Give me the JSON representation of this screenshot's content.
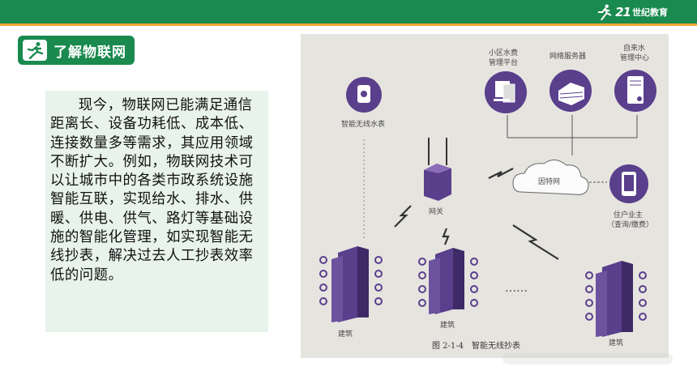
{
  "header": {
    "brand_number": "21",
    "brand_text": "世纪教育",
    "colors": {
      "bar": "#1a8a4e",
      "stripe": "#f2a72e"
    }
  },
  "section": {
    "title": "了解物联网",
    "icon": "runner-icon"
  },
  "body_text": "现今，物联网已能满足通信距离长、设备功耗低、成本低、连接数量多等需求，其应用领域不断扩大。例如，物联网技术可以让城市中的各类市政系统设施智能互联，实现给水、排水、供暖、供电、供气、路灯等基础设施的智能化管理，如实现智能无线抄表，解决过去人工抄表效率低的问题。",
  "figure": {
    "caption": "图 2-1-4　智能无线抄表",
    "labels": {
      "water_meter": "智能无线水表",
      "platform_line1": "小区水费",
      "platform_line2": "管理平台",
      "server": "网络服务器",
      "water_center_line1": "自来水",
      "water_center_line2": "管理中心",
      "internet": "因特网",
      "gateway": "网关",
      "owner_line1": "住户业主",
      "owner_line2": "（查询/缴费）",
      "building_left": "建筑",
      "building_mid": "建筑",
      "building_right": "建筑",
      "ellipsis": "……"
    },
    "colors": {
      "accent": "#5a3f8c",
      "background": "#e6e4df"
    }
  }
}
